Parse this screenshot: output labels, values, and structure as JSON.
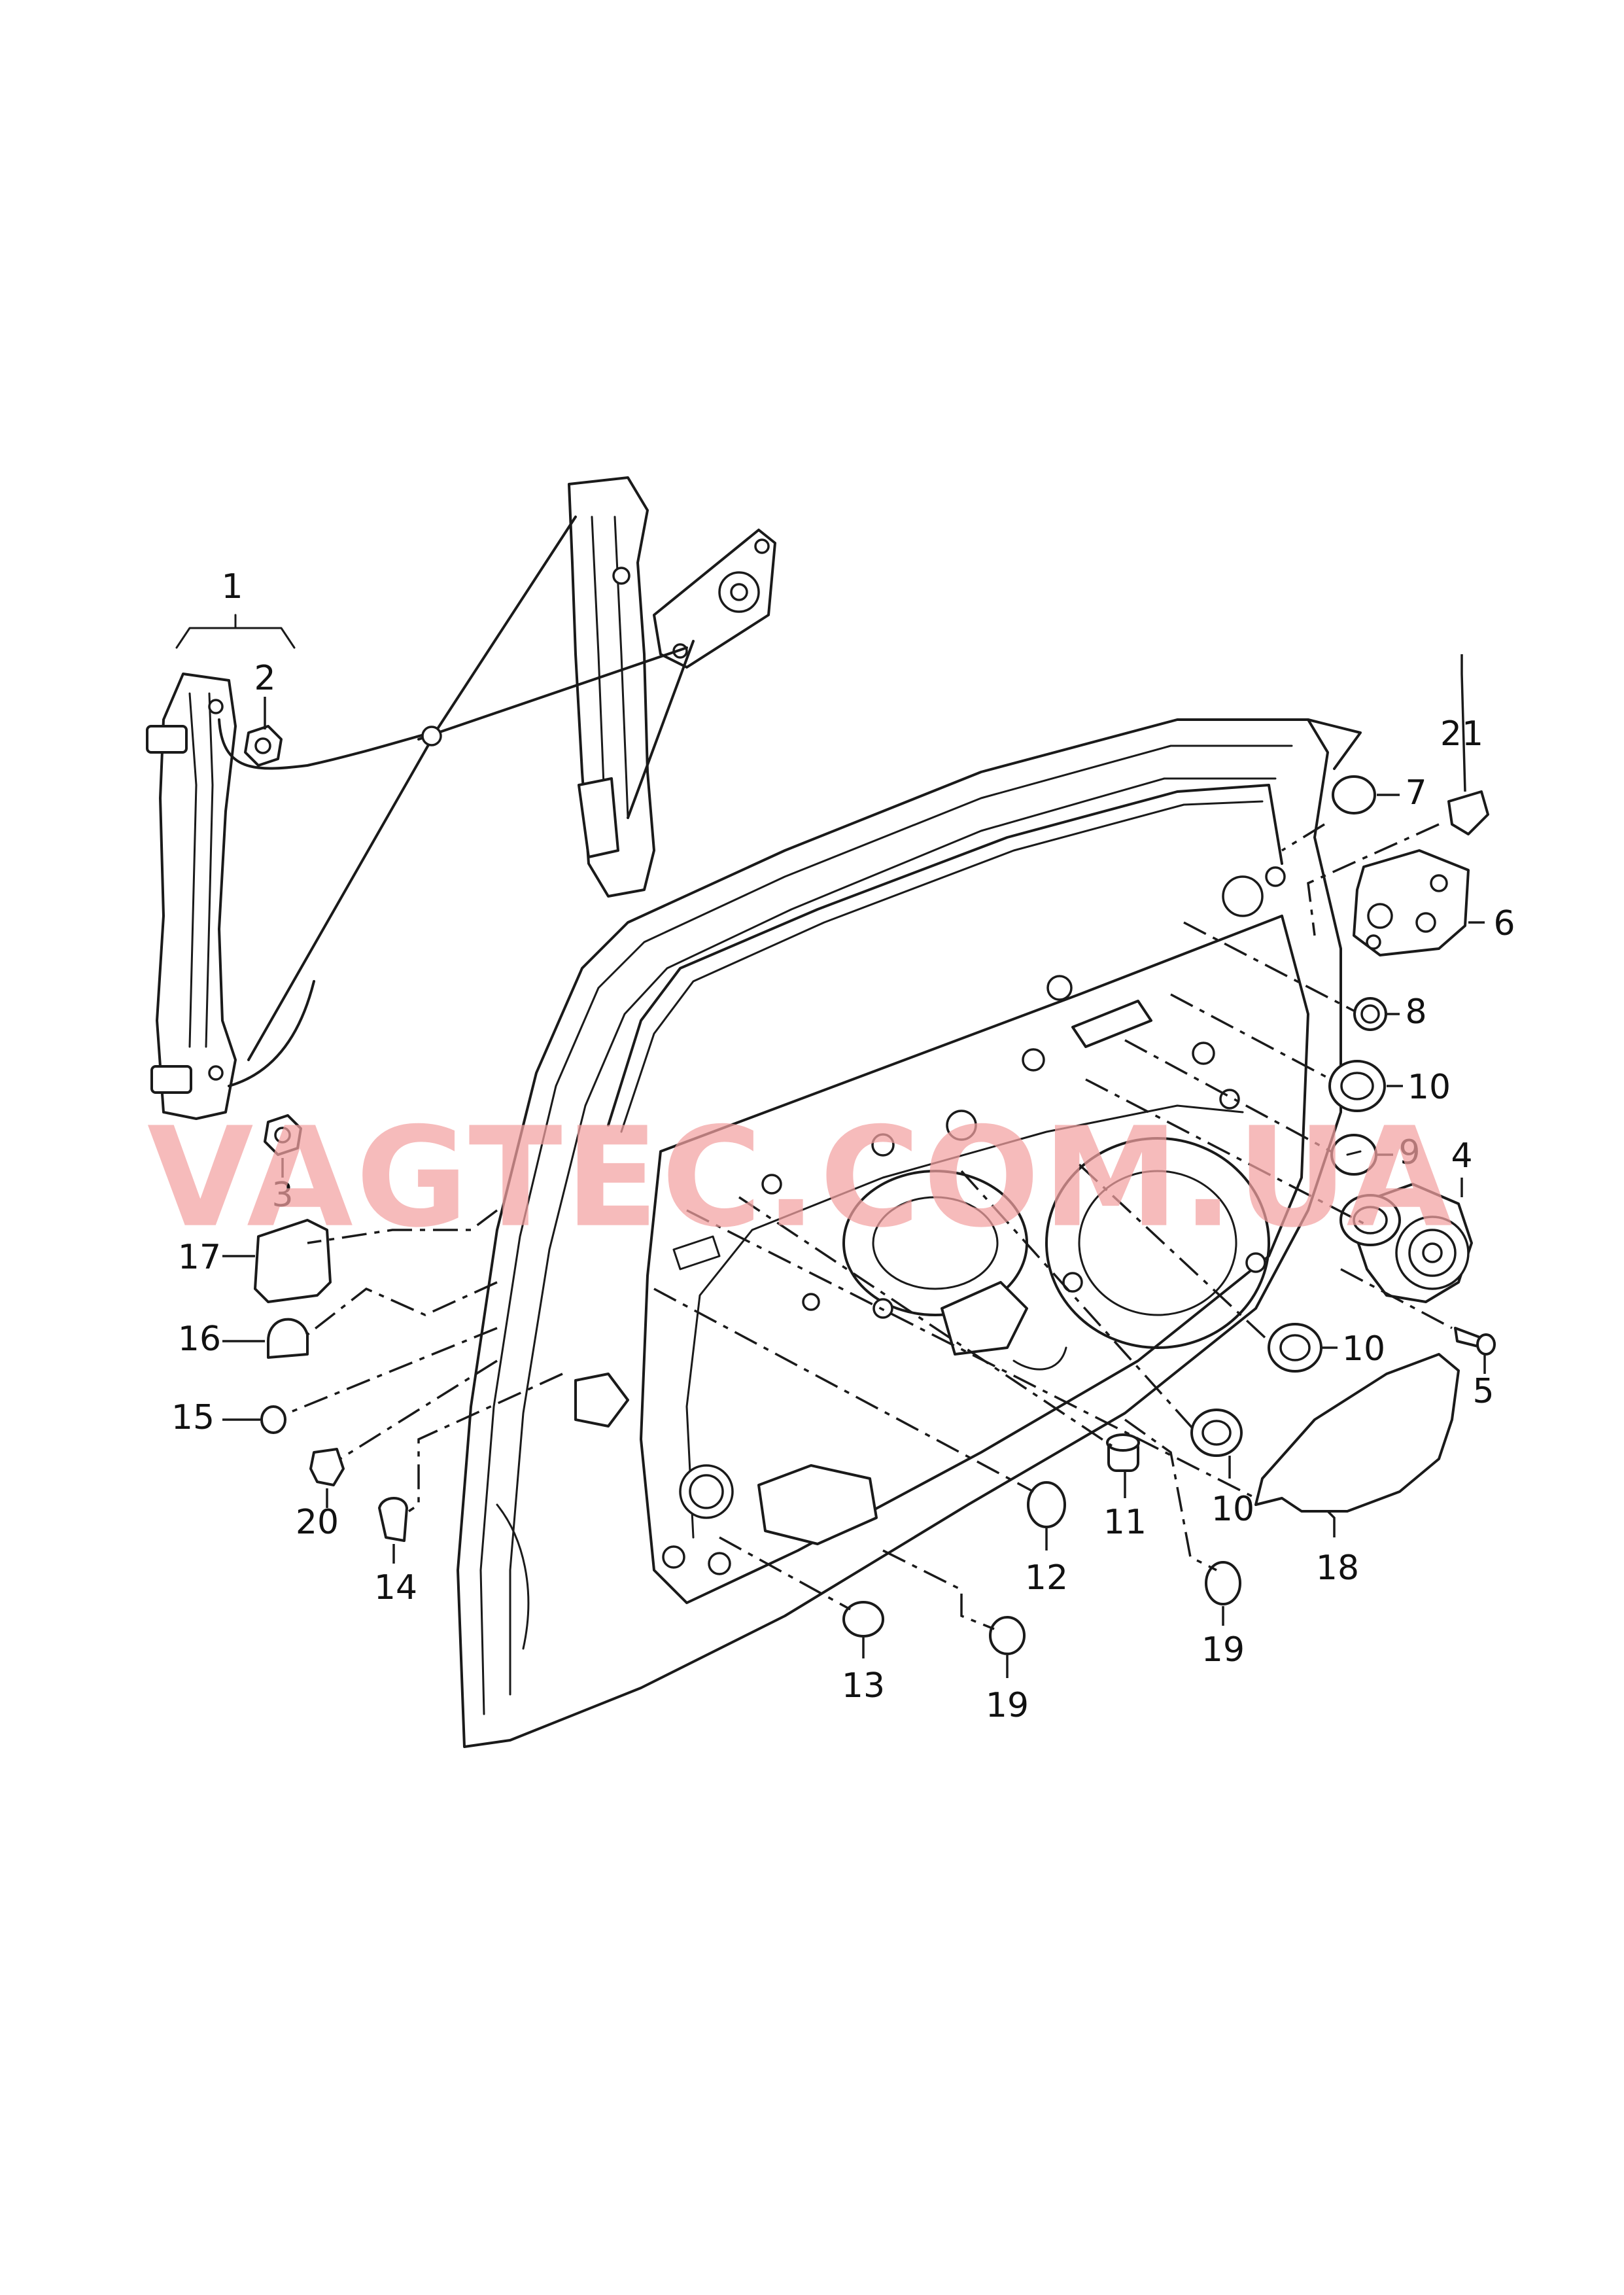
{
  "watermark": "VAGTEC.COM.UA",
  "callouts": {
    "c1": "1",
    "c2": "2",
    "c3": "3",
    "c4": "4",
    "c5": "5",
    "c6": "6",
    "c7": "7",
    "c8": "8",
    "c9": "9",
    "c10a": "10",
    "c10b": "10",
    "c10c": "10",
    "c11": "11",
    "c12": "12",
    "c13": "13",
    "c14": "14",
    "c15": "15",
    "c16": "16",
    "c17": "17",
    "c18": "18",
    "c19a": "19",
    "c19b": "19",
    "c20": "20",
    "c21": "21"
  }
}
